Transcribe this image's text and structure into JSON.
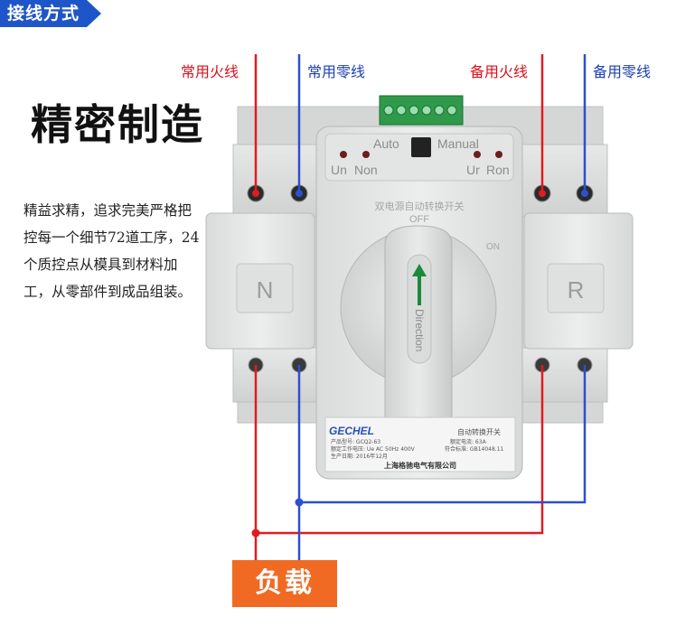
{
  "header": {
    "tag_label": "接线方式",
    "tag_color": "#1e55c8"
  },
  "title": "精密制造",
  "description": "精益求精，追求完美严格把控每一个细节72道工序，24个质控点从模具到材料加工，从零部件到成品组装。",
  "wire_labels": {
    "main_live": "常用火线",
    "main_neutral": "常用零线",
    "backup_live": "备用火线",
    "backup_neutral": "备用零线"
  },
  "wire_colors": {
    "live": "#e01b22",
    "neutral": "#2e4fd0"
  },
  "device": {
    "mode_auto": "Auto",
    "mode_manual": "Manual",
    "ind_un": "Un",
    "ind_non": "Non",
    "ind_ur": "Ur",
    "ind_ron": "Ron",
    "side_left": "N",
    "side_right": "R",
    "switch_off": "OFF",
    "switch_on": "ON",
    "switch_hint": "双电源自动转换开关",
    "handle_text": "Direction",
    "brand": "GECHEL",
    "product_title": "自动转换开关",
    "plate_model": "产品型号: GCQ2-63",
    "plate_rated_current": "额定电流: 63A",
    "plate_voltage": "额定工作电压: Ue AC 50Hz 400V",
    "plate_standard": "符合标准: GB14048.11",
    "plate_date": "生产日期: 2016年12月",
    "plate_company": "上海格驰电气有限公司"
  },
  "load_label": "负载",
  "load_color": "#f06a23"
}
